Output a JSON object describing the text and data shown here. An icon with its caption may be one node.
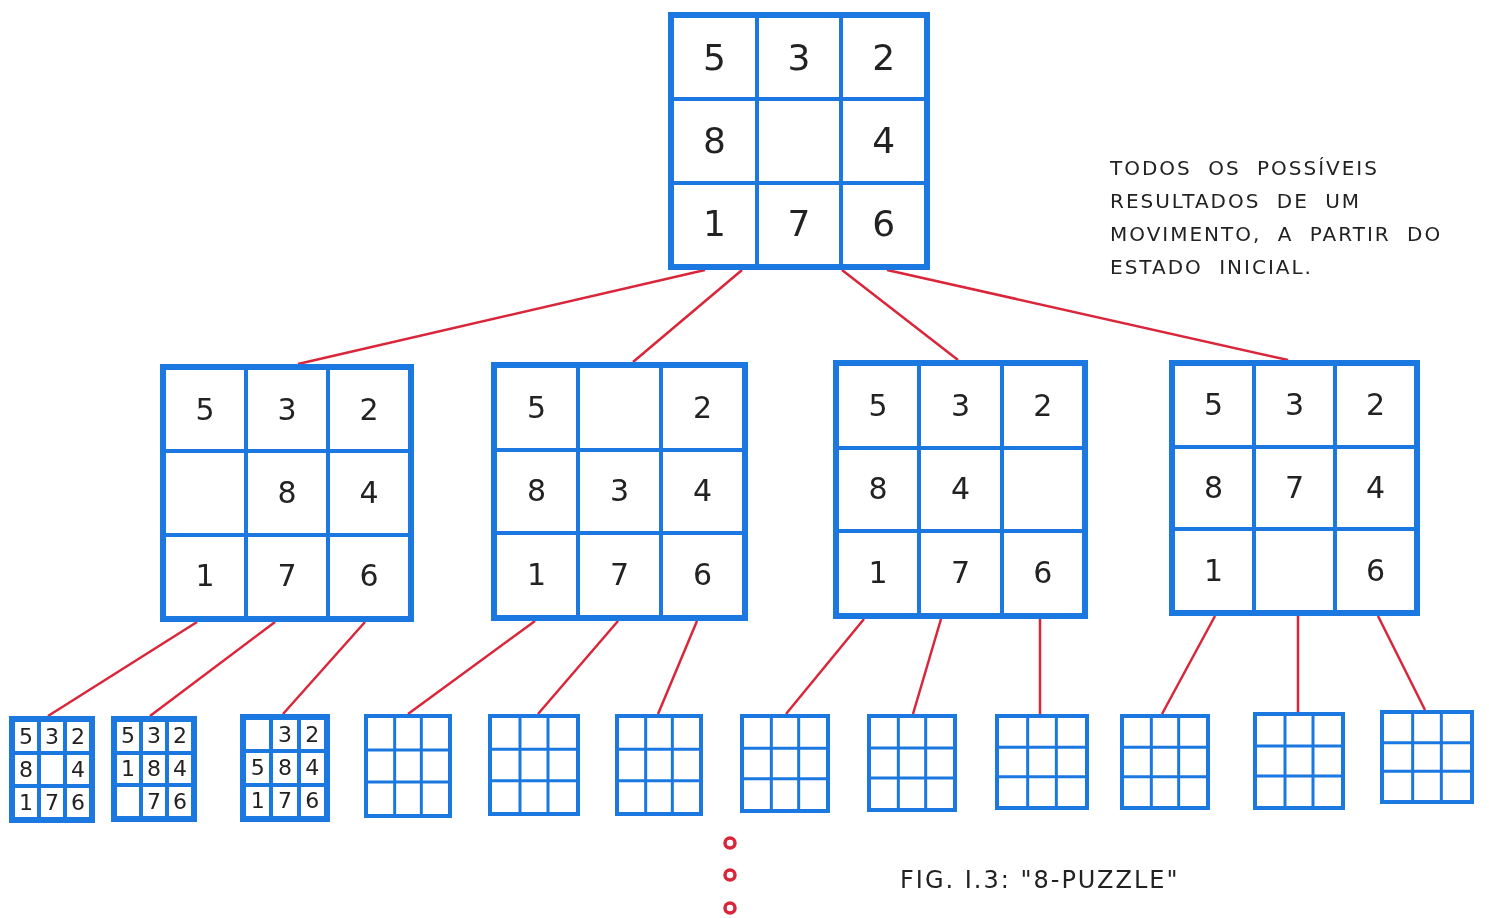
{
  "diagram": {
    "caption": "FIG. I.3: \"8-PUZZLE\"",
    "nodes": [
      {
        "text": [],
        "shape": "box"
      },
      {
        "text": [
          "5"
        ],
        "in": 0
      },
      {
        "text": [
          "3"
        ],
        "in": 0
      },
      {
        "text": [
          "2"
        ],
        "in": 0
      },
      {
        "text": [
          "8"
        ],
        "in": 0
      },
      {
        "text": [],
        "shape": "box",
        "in": 0
      },
      {
        "text": [
          "4"
        ],
        "in": 0
      },
      {
        "text": [
          "1"
        ],
        "in": 0
      },
      {
        "text": [
          "7"
        ],
        "in": 0
      },
      {
        "text": [
          "6"
        ],
        "in": 0
      },
      {
        "text": [],
        "shape": "box"
      },
      {
        "text": [
          "5"
        ],
        "in": 10
      },
      {
        "text": [
          "3"
        ],
        "in": 10
      },
      {
        "text": [
          "2"
        ],
        "in": 10
      },
      {
        "text": [],
        "shape": "box",
        "in": 10
      },
      {
        "text": [
          "8"
        ],
        "in": 10
      },
      {
        "text": [
          "4"
        ],
        "in": 10
      },
      {
        "text": [
          "1"
        ],
        "in": 10
      },
      {
        "text": [
          "7"
        ],
        "in": 10
      },
      {
        "text": [
          "6"
        ],
        "in": 10
      },
      {
        "text": [],
        "shape": "box"
      },
      {
        "text": [
          "5"
        ],
        "in": 20
      },
      {
        "text": [],
        "shape": "box",
        "in": 20
      },
      {
        "text": [
          "2"
        ],
        "in": 20
      },
      {
        "text": [
          "8"
        ],
        "in": 20
      },
      {
        "text": [
          "3"
        ],
        "in": 20
      },
      {
        "text": [
          "4"
        ],
        "in": 20
      },
      {
        "text": [
          "1"
        ],
        "in": 20
      },
      {
        "text": [
          "7"
        ],
        "in": 20
      },
      {
        "text": [
          "6"
        ],
        "in": 20
      },
      {
        "text": [],
        "shape": "box"
      },
      {
        "text": [
          "5"
        ],
        "in": 30
      },
      {
        "text": [
          "3"
        ],
        "in": 30
      },
      {
        "text": [
          "2"
        ],
        "in": 30
      },
      {
        "text": [
          "8"
        ],
        "in": 30
      },
      {
        "text": [
          "4"
        ],
        "in": 30
      },
      {
        "text": [],
        "shape": "box",
        "in": 30
      },
      {
        "text": [
          "1"
        ],
        "in": 30
      },
      {
        "text": [
          "7"
        ],
        "in": 30
      },
      {
        "text": [
          "6"
        ],
        "in": 30
      },
      {
        "text": [],
        "shape": "box"
      },
      {
        "text": [
          "5"
        ],
        "in": 40
      },
      {
        "text": [
          "3"
        ],
        "in": 40
      },
      {
        "text": [
          "2"
        ],
        "in": 40
      },
      {
        "text": [
          "8"
        ],
        "in": 40
      },
      {
        "text": [
          "7"
        ],
        "in": 40
      },
      {
        "text": [
          "4"
        ],
        "in": 40
      },
      {
        "text": [
          "1"
        ],
        "in": 40
      },
      {
        "text": [],
        "shape": "box",
        "in": 40
      },
      {
        "text": [
          "6"
        ],
        "in": 40
      },
      {
        "text": [],
        "shape": "box"
      },
      {
        "text": [
          "5"
        ],
        "in": 50
      },
      {
        "text": [
          "3"
        ],
        "in": 50
      },
      {
        "text": [
          "2"
        ],
        "in": 50
      },
      {
        "text": [
          "8"
        ],
        "in": 50
      },
      {
        "text": [],
        "shape": "box",
        "in": 50
      },
      {
        "text": [
          "4"
        ],
        "in": 50
      },
      {
        "text": [
          "1"
        ],
        "in": 50
      },
      {
        "text": [
          "7"
        ],
        "in": 50
      },
      {
        "text": [
          "6"
        ],
        "in": 50
      },
      {
        "text": [],
        "shape": "box"
      },
      {
        "text": [
          "5"
        ],
        "in": 60
      },
      {
        "text": [
          "3"
        ],
        "in": 60
      },
      {
        "text": [
          "2"
        ],
        "in": 60
      },
      {
        "text": [
          "1"
        ],
        "in": 60
      },
      {
        "text": [
          "8"
        ],
        "in": 60
      },
      {
        "text": [
          "4"
        ],
        "in": 60
      },
      {
        "text": [],
        "shape": "box",
        "in": 60
      },
      {
        "text": [
          "7"
        ],
        "in": 60
      },
      {
        "text": [
          "6"
        ],
        "in": 60
      },
      {
        "text": [],
        "shape": "box"
      },
      {
        "text": [],
        "shape": "box",
        "in": 70
      },
      {
        "text": [
          "3"
        ],
        "in": 70
      },
      {
        "text": [
          "2"
        ],
        "in": 70
      },
      {
        "text": [
          "5"
        ],
        "in": 70
      },
      {
        "text": [
          "8"
        ],
        "in": 70
      },
      {
        "text": [
          "4"
        ],
        "in": 70
      },
      {
        "text": [
          "1"
        ],
        "in": 70
      },
      {
        "text": [
          "7"
        ],
        "in": 70
      },
      {
        "text": [
          "6"
        ],
        "in": 70
      },
      {
        "text": [],
        "shape": "box"
      },
      {
        "text": [],
        "shape": "box"
      },
      {
        "text": [],
        "shape": "box"
      },
      {
        "text": [],
        "shape": "box"
      },
      {
        "text": [],
        "shape": "box"
      },
      {
        "text": [],
        "shape": "box"
      },
      {
        "text": [],
        "shape": "box"
      },
      {
        "text": [],
        "shape": "box"
      },
      {
        "text": [],
        "shape": "box"
      }
    ],
    "edges": [
      {
        "from": 0,
        "to": 10,
        "arrow": "none"
      },
      {
        "from": 0,
        "to": 20,
        "arrow": "none"
      },
      {
        "from": 0,
        "to": 30,
        "arrow": "none"
      },
      {
        "from": 0,
        "to": 40,
        "arrow": "none"
      },
      {
        "from": 10,
        "to": 50,
        "arrow": "none"
      },
      {
        "from": 10,
        "to": 60,
        "arrow": "none"
      },
      {
        "from": 10,
        "to": 70,
        "arrow": "none"
      },
      {
        "from": 20,
        "to": 80,
        "arrow": "none"
      },
      {
        "from": 20,
        "to": 81,
        "arrow": "none"
      },
      {
        "from": 20,
        "to": 82,
        "arrow": "none"
      },
      {
        "from": 30,
        "to": 83,
        "arrow": "none"
      },
      {
        "from": 30,
        "to": 84,
        "arrow": "none"
      },
      {
        "from": 30,
        "to": 85,
        "arrow": "none"
      },
      {
        "from": 40,
        "to": 86,
        "arrow": "none"
      },
      {
        "from": 40,
        "to": 87,
        "arrow": "none"
      },
      {
        "from": 40,
        "to": 88,
        "arrow": "none"
      }
    ],
    "labels": [
      "TODOS OS POSSÍVEIS RESULTADOS DE UM MOVIMENTO, A PARTIR DO ESTADO INICIAL."
    ]
  }
}
